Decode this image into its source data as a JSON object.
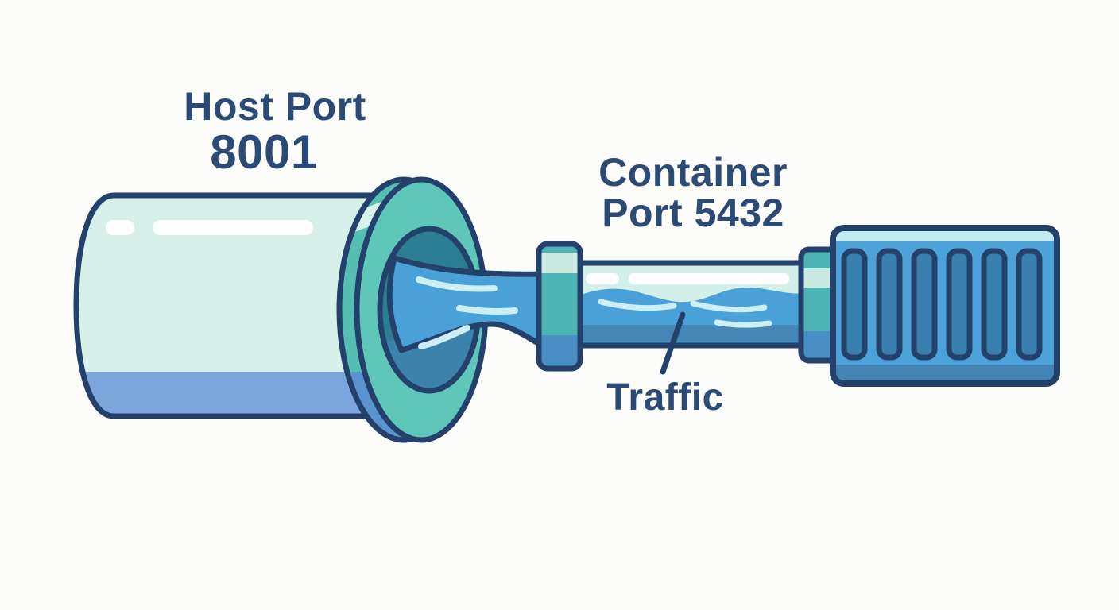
{
  "labels": {
    "host_port": {
      "line1": "Host Port",
      "line2": "8001"
    },
    "container_port": {
      "line1": "Container",
      "line2": "Port 5432"
    },
    "traffic": "Traffic"
  },
  "colors": {
    "background": "#fcfcfb",
    "outline": "#24416b",
    "text": "#2b4a74",
    "cylinder_body": "#d7f0ea",
    "cylinder_stripe": "#7aa6dc",
    "highlight_white": "#ffffff",
    "ring_rim": "#55bfb3",
    "ring_face": "#5ec7ba",
    "ring_highlight": "#d8f2ec",
    "ring_rim_shadow": "#5b93cf",
    "hole_dark": "#2b7e92",
    "hole_shadow": "#3c83ab",
    "water": "#4aa1d8",
    "water_streak": "#cdeef2",
    "pipe_top": "#d3efe9",
    "pipe_bottom": "#4486b6",
    "collar": "#4db4b4",
    "collar_light": "#c9e9e1",
    "collar_shadow": "#4a8fc4",
    "container_body": "#4ca2d9",
    "container_slot": "#3a80ae",
    "container_top_highlight": "#c2ebf2",
    "container_bottom_shade": "#4285b4"
  }
}
